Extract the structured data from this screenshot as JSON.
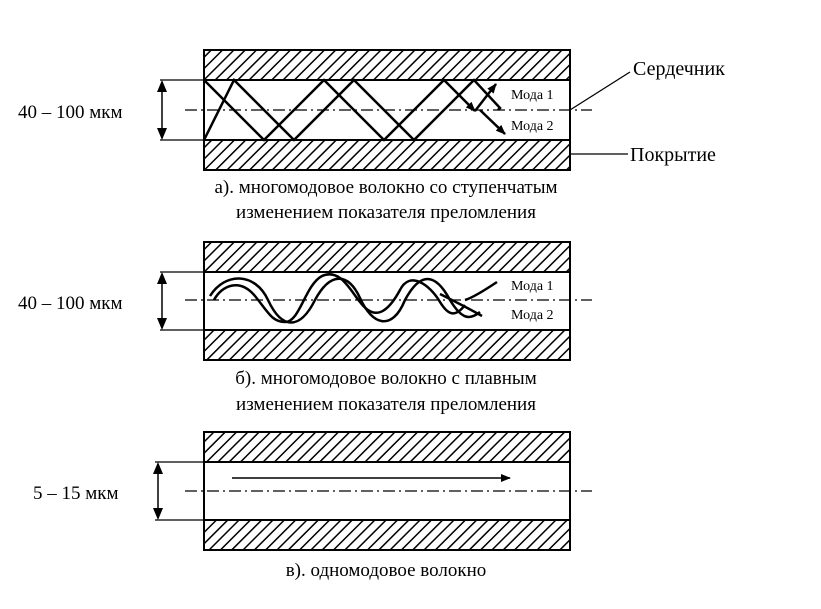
{
  "labels": {
    "core": "Сердечник",
    "cladding": "Покрытие"
  },
  "panels": [
    {
      "size": "40 – 100 мкм",
      "mode1": "Мода 1",
      "mode2": "Мода 2",
      "caption_line1": "а). многомодовое волокно со ступенчатым",
      "caption_line2": "изменением показателя преломления"
    },
    {
      "size": "40 – 100 мкм",
      "mode1": "Мода 1",
      "mode2": "Мода 2",
      "caption_line1": "б). многомодовое волокно с плавным",
      "caption_line2": "изменением показателя преломления"
    },
    {
      "size": "5 – 15 мкм",
      "caption_line1": "в). одномодовое волокно"
    }
  ]
}
